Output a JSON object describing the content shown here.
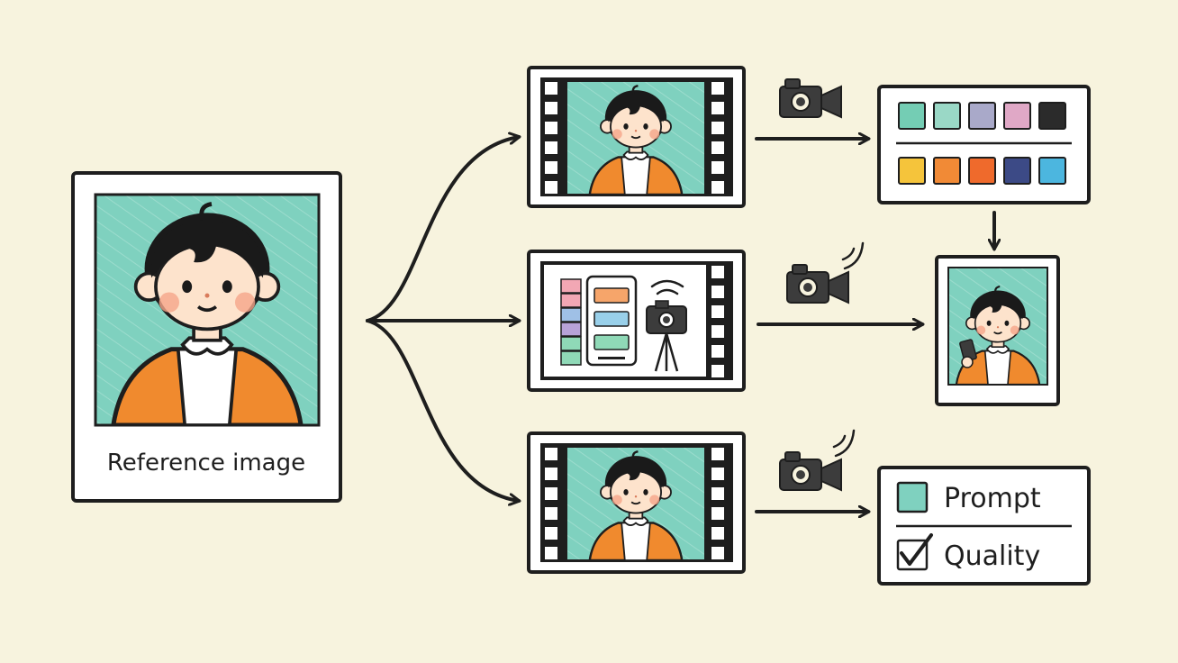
{
  "diagram": {
    "reference_label": "Reference image",
    "prompt_label": "Prompt",
    "quality_label": "Quality",
    "colors": {
      "background": "#f7f3de",
      "ink": "#1e1e1e",
      "teal": "#7fd1bf",
      "orange": "#f08a2e",
      "skin": "#fde3cc",
      "cheek": "#f5a58a",
      "camera": "#3c3c3c"
    },
    "palette_top": [
      "#74cdb4",
      "#9ad8c6",
      "#a9a9c9",
      "#e0a8c6",
      "#2b2b2b"
    ],
    "palette_bottom": [
      "#f5c43b",
      "#f18a36",
      "#ef6a2c",
      "#3c4a86",
      "#4cb6df"
    ],
    "phone_bars": [
      "#f6a56a",
      "#99d0ea",
      "#8fd9b7"
    ],
    "strip_colors": [
      "#f2a7b4",
      "#f2a7b4",
      "#9fc0e6",
      "#b7a2d8",
      "#8fd9b7",
      "#8fd9b7"
    ],
    "icons": [
      "video-camera-icon",
      "broadcast-camera-icon",
      "tripod-camera-icon",
      "checkmark-icon",
      "arrow-icon"
    ]
  }
}
